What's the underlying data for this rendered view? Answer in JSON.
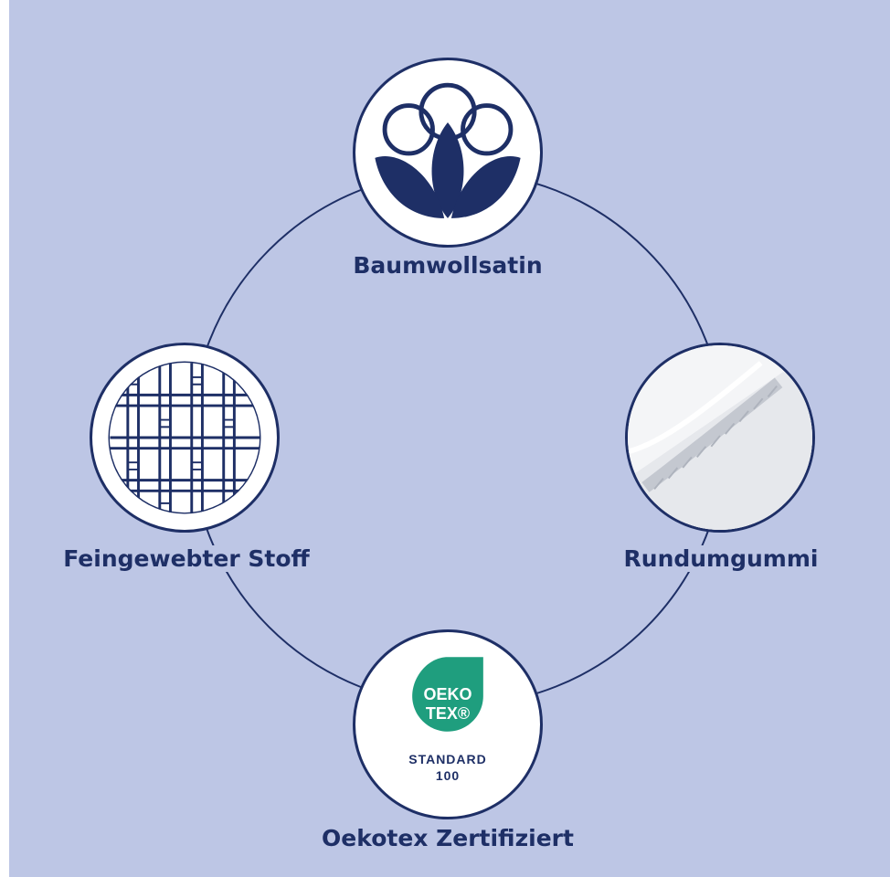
{
  "colors": {
    "background": "#bdc6e5",
    "navy": "#1e2f66",
    "oeko_green": "#1f9e7e",
    "white": "#ffffff"
  },
  "features": [
    {
      "label": "Baumwollsatin",
      "icon": "cotton-flower-icon"
    },
    {
      "label": "Feingewebter Stoff",
      "icon": "woven-fabric-icon"
    },
    {
      "label": "Rundumgummi",
      "icon": "elastic-edge-photo"
    },
    {
      "label": "Oekotex Zertifiziert",
      "icon": "oeko-tex-logo"
    }
  ],
  "oeko_logo": {
    "line1": "OEKO",
    "line2": "TEX®",
    "standard": "STANDARD",
    "number": "100"
  }
}
